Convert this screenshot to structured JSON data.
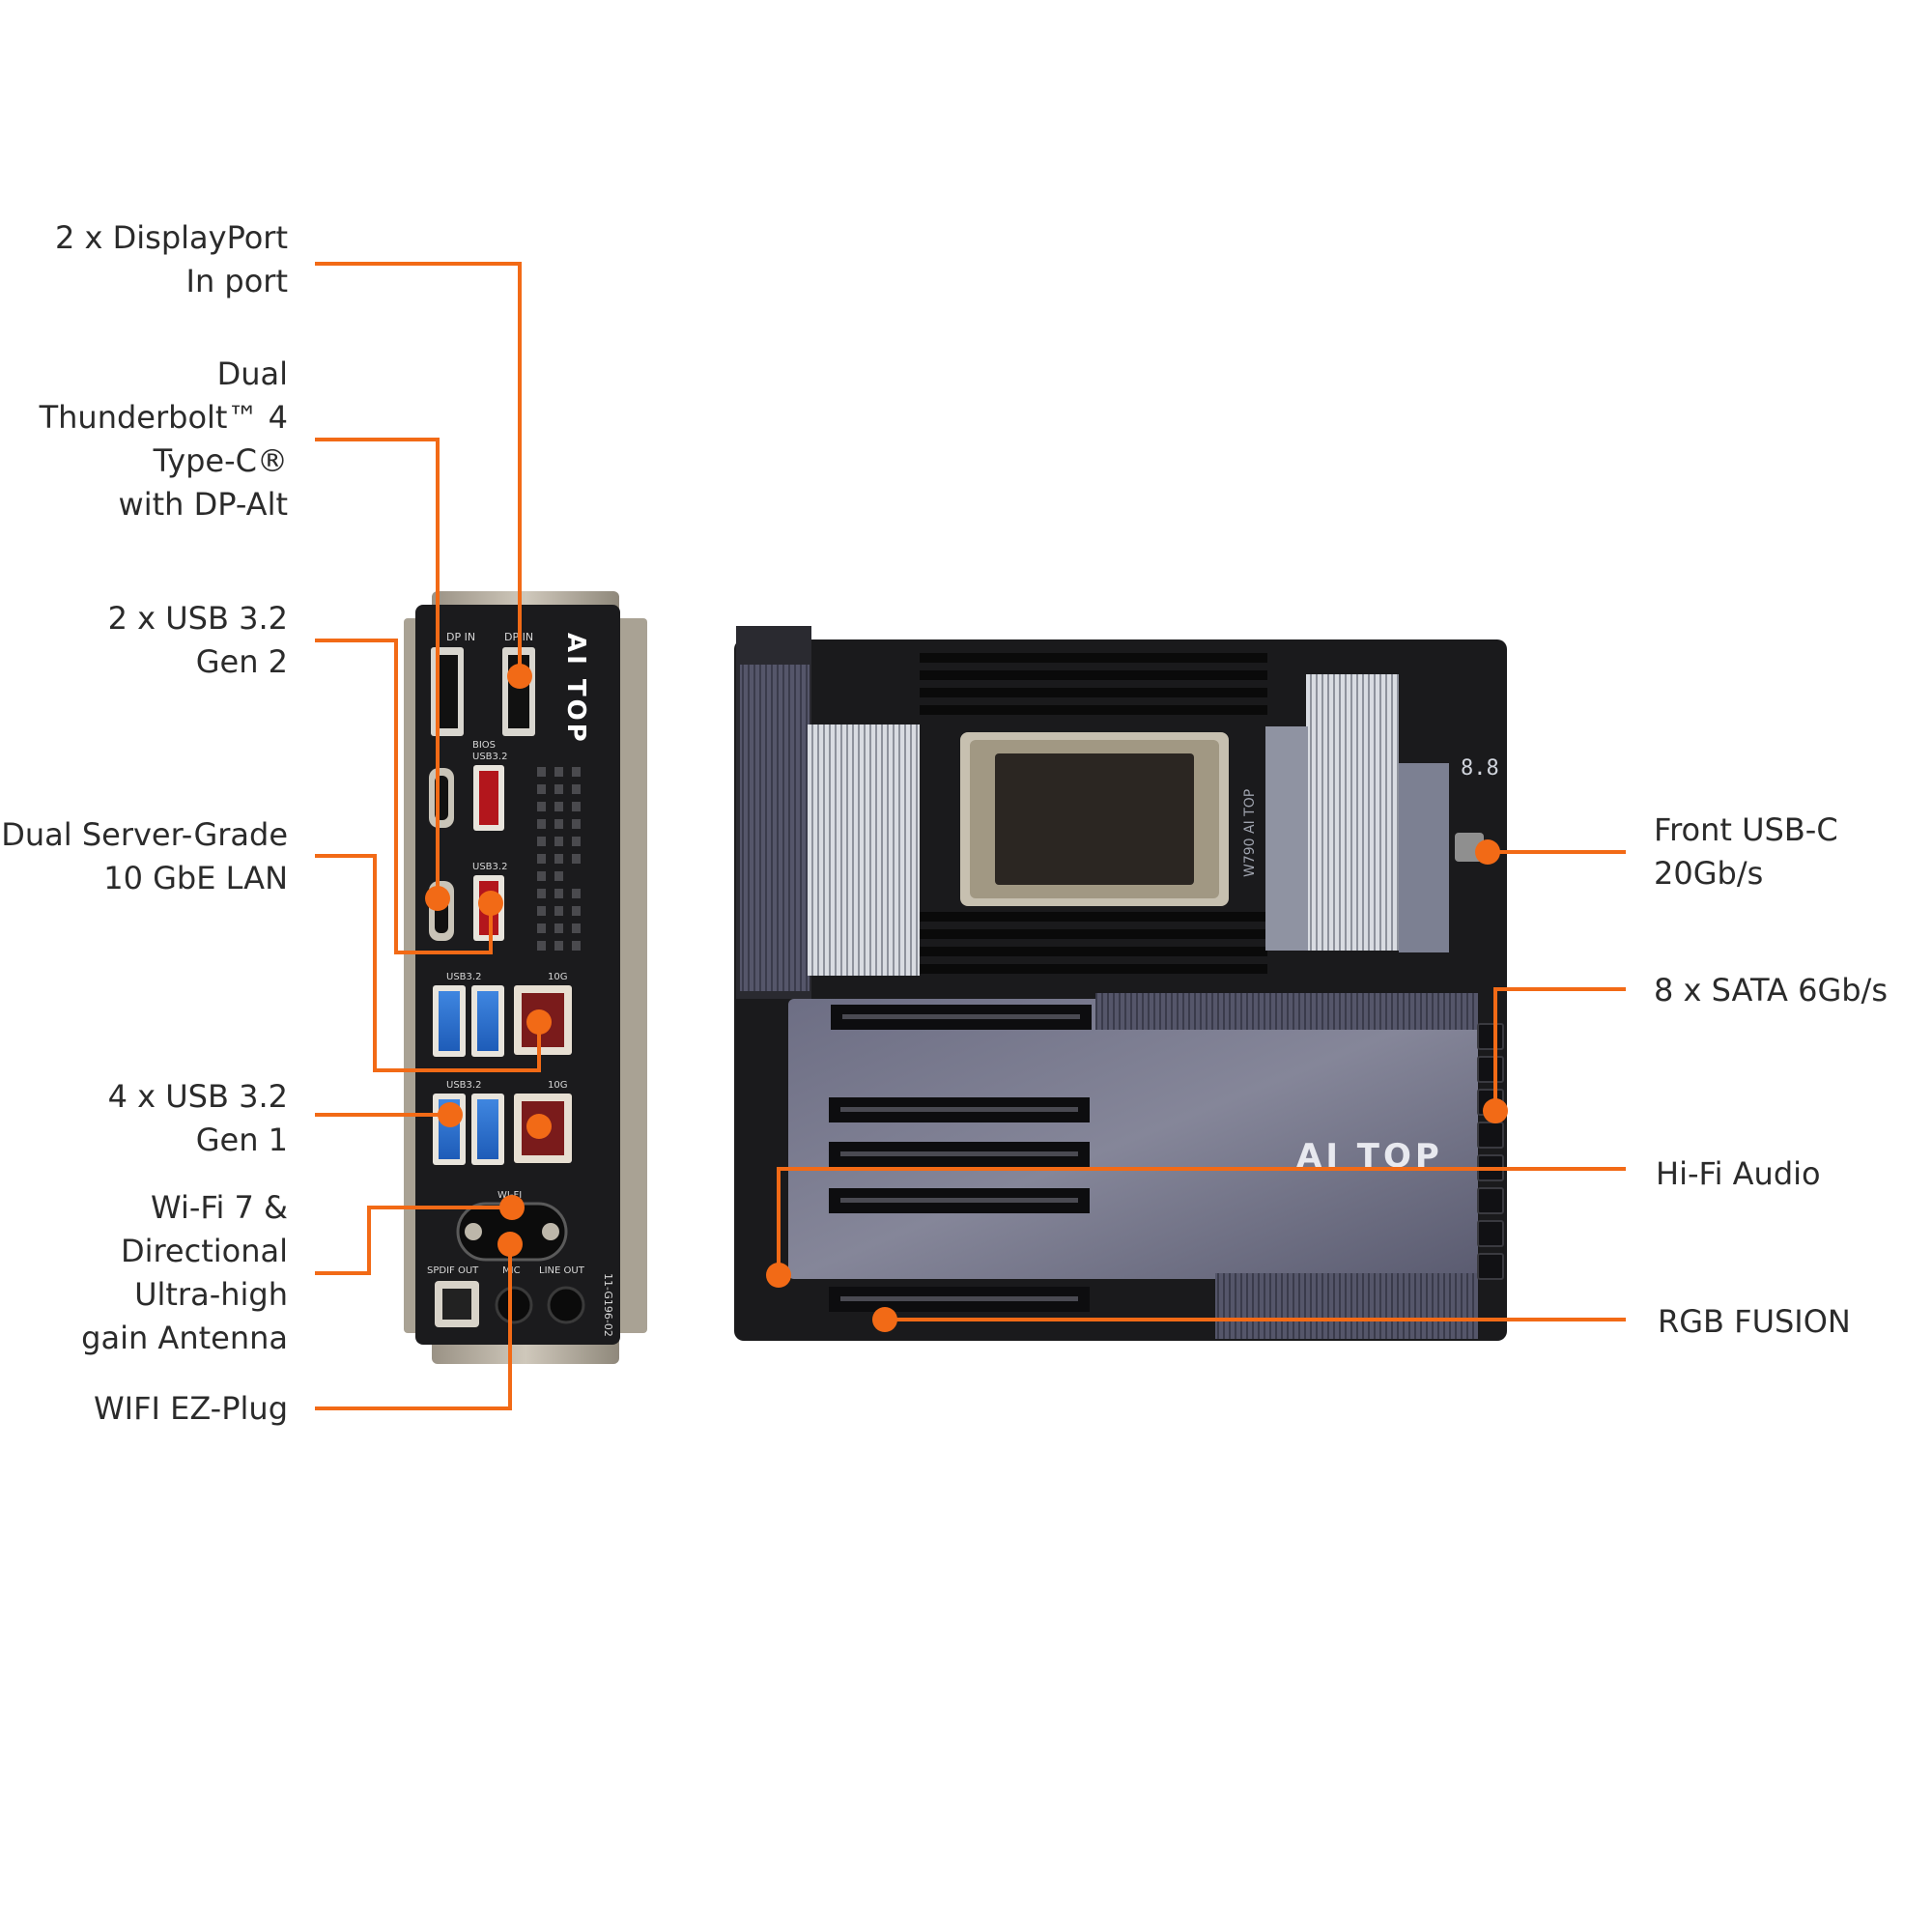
{
  "accent_color": "#f26a16",
  "io_panel": {
    "port_labels": {
      "dp_in_1": "DP IN",
      "dp_in_2": "DP IN",
      "bios": "BIOS",
      "usb32_a": "USB3.2",
      "usb32_b": "USB3.2",
      "usb32_c": "USB3.2",
      "usb32_d": "USB3.2",
      "lan_a": "10G",
      "lan_b": "10G",
      "wifi": "WI-FI",
      "spdif": "SPDIF OUT",
      "mic": "MIC",
      "line_out": "LINE OUT",
      "part_no": "11-G196-02"
    },
    "logo_text": "AI TOP"
  },
  "board": {
    "logo_text": "AI TOP",
    "model_text": "W790 AI TOP",
    "debug_led": "8.8"
  },
  "callouts_left": [
    {
      "lines": [
        "2 x DisplayPort",
        "In port"
      ]
    },
    {
      "lines": [
        "Dual",
        "Thunderbolt™ 4",
        "Type-C®",
        "with DP-Alt"
      ]
    },
    {
      "lines": [
        "2 x USB 3.2",
        "Gen 2"
      ]
    },
    {
      "lines": [
        "Dual Server-Grade",
        "10 GbE LAN"
      ]
    },
    {
      "lines": [
        "4 x USB 3.2",
        "Gen 1"
      ]
    },
    {
      "lines": [
        "Wi-Fi 7 &",
        "Directional",
        "Ultra-high",
        "gain Antenna"
      ]
    },
    {
      "lines": [
        "WIFI EZ-Plug"
      ]
    }
  ],
  "callouts_right": [
    {
      "lines": [
        "Front USB-C",
        "20Gb/s"
      ]
    },
    {
      "lines": [
        "8 x SATA 6Gb/s"
      ]
    },
    {
      "lines": [
        "Hi-Fi Audio"
      ]
    },
    {
      "lines": [
        "RGB FUSION"
      ]
    }
  ]
}
